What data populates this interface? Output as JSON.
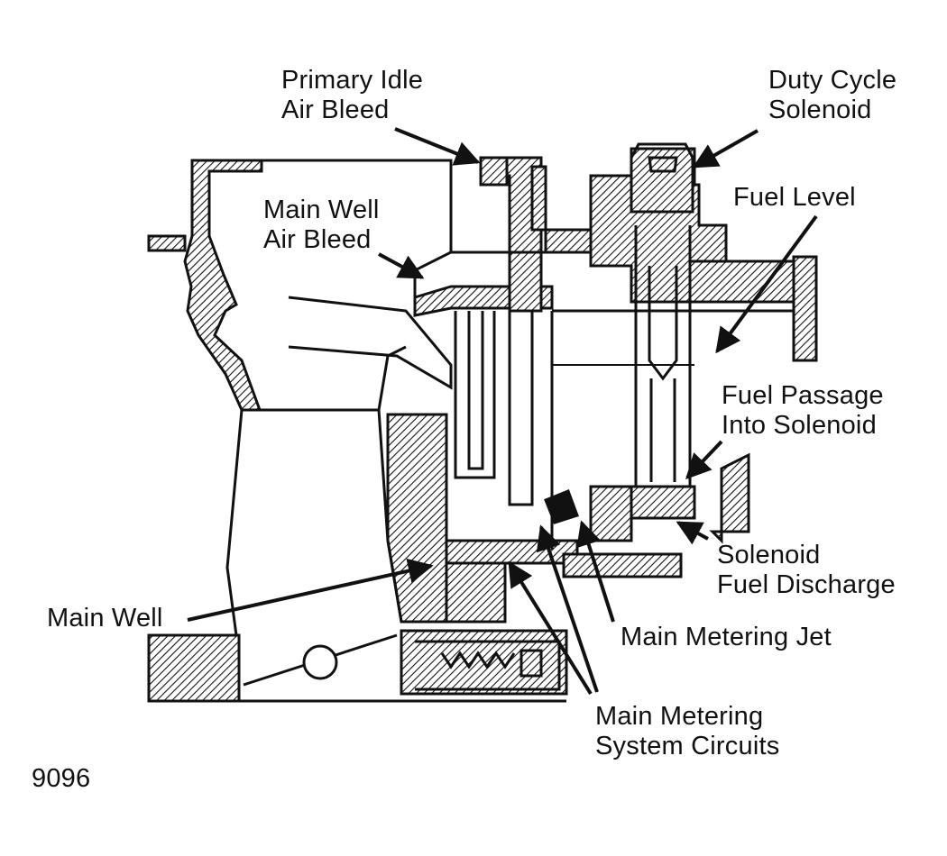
{
  "labels": {
    "primary_idle_air_bleed": "Primary Idle\nAir Bleed",
    "duty_cycle_solenoid": "Duty Cycle\nSolenoid",
    "fuel_level": "Fuel Level",
    "main_well_air_bleed": "Main Well\nAir Bleed",
    "fuel_passage_into_solenoid": "Fuel Passage\nInto Solenoid",
    "solenoid_fuel_discharge": "Solenoid\nFuel Discharge",
    "main_well": "Main Well",
    "main_metering_jet": "Main Metering Jet",
    "main_metering_system_circuits": "Main Metering\nSystem Circuits",
    "figure_number": "9096"
  },
  "colors": {
    "ink": "#111111",
    "paper": "#ffffff"
  }
}
